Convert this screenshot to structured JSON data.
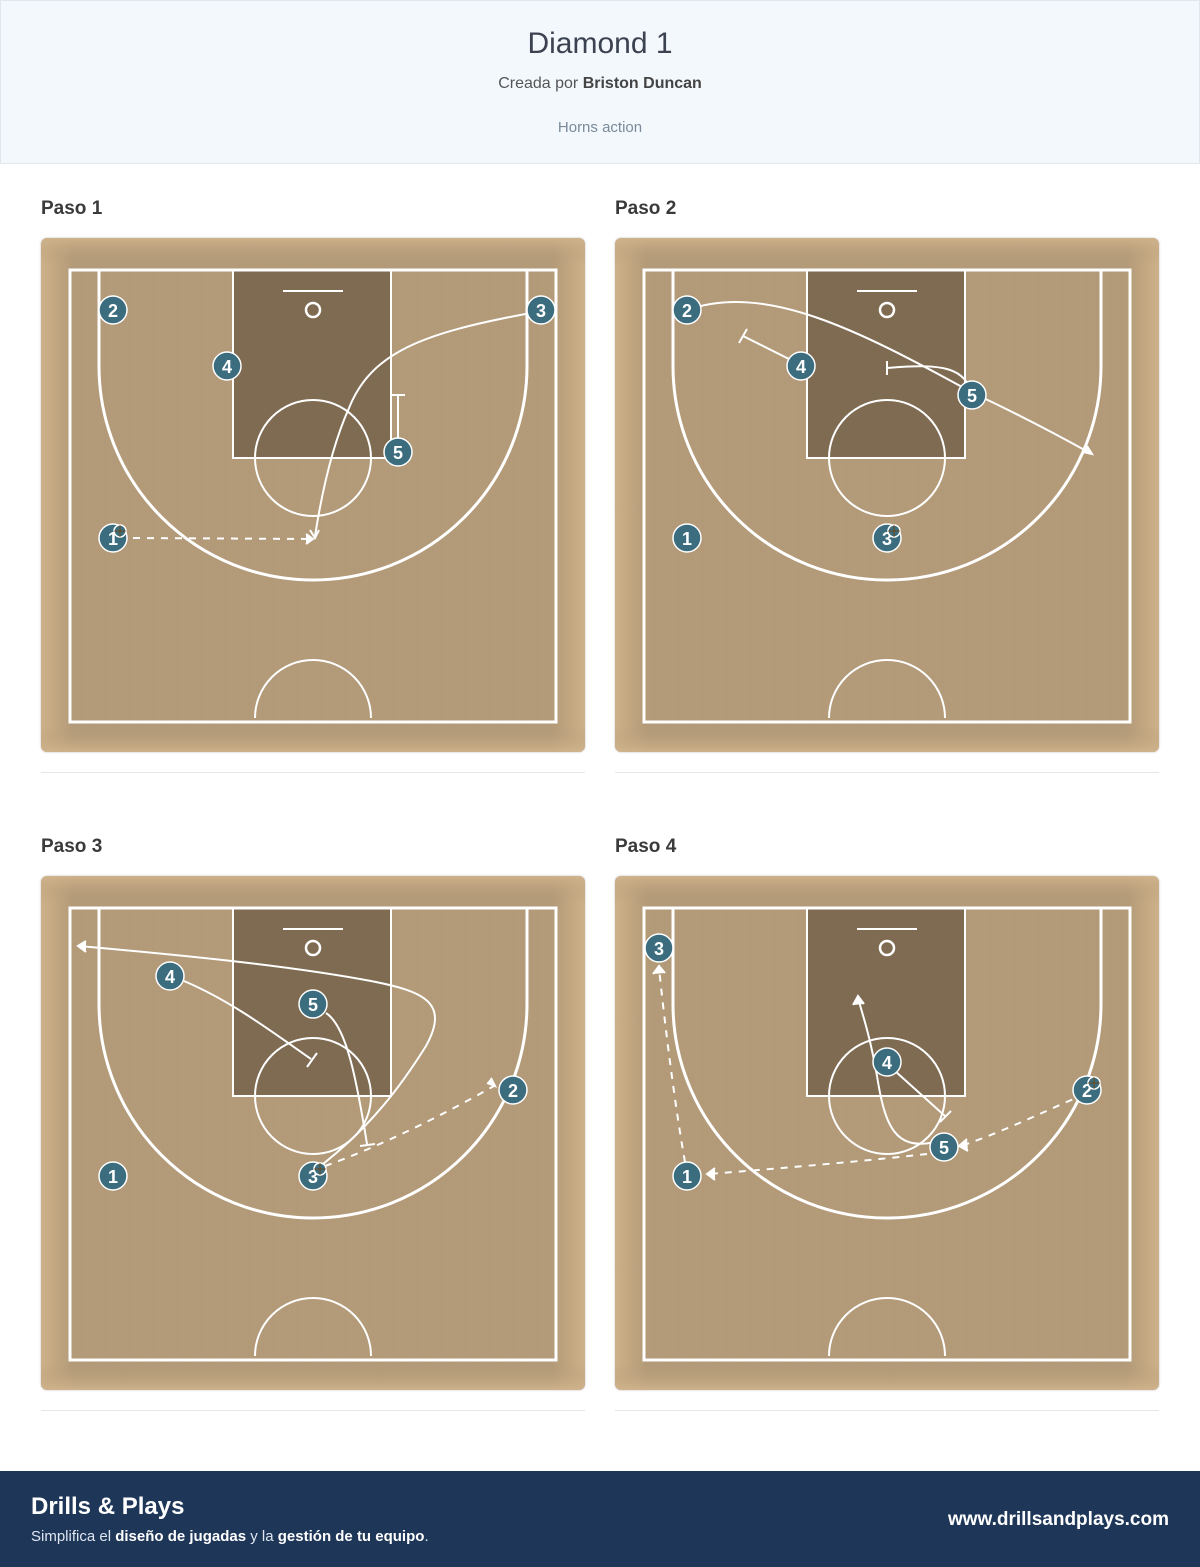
{
  "header": {
    "title": "Diamond 1",
    "author_prefix": "Creada por",
    "author_name": "Briston Duncan",
    "description": "Horns action"
  },
  "steps": [
    {
      "label": "Paso 1",
      "players": [
        {
          "number": "2",
          "ball": false
        },
        {
          "number": "4",
          "ball": false
        },
        {
          "number": "3",
          "ball": false
        },
        {
          "number": "5",
          "ball": false
        },
        {
          "number": "1",
          "ball": true
        }
      ]
    },
    {
      "label": "Paso 2",
      "players": [
        {
          "number": "2",
          "ball": false
        },
        {
          "number": "4",
          "ball": false
        },
        {
          "number": "5",
          "ball": false
        },
        {
          "number": "1",
          "ball": false
        },
        {
          "number": "3",
          "ball": true
        }
      ]
    },
    {
      "label": "Paso 3",
      "players": [
        {
          "number": "4",
          "ball": false
        },
        {
          "number": "5",
          "ball": false
        },
        {
          "number": "2",
          "ball": false
        },
        {
          "number": "1",
          "ball": false
        },
        {
          "number": "3",
          "ball": true
        }
      ]
    },
    {
      "label": "Paso 4",
      "players": [
        {
          "number": "3",
          "ball": false
        },
        {
          "number": "4",
          "ball": false
        },
        {
          "number": "2",
          "ball": true
        },
        {
          "number": "5",
          "ball": false
        },
        {
          "number": "1",
          "ball": false
        }
      ]
    }
  ],
  "footer": {
    "brand": "Drills & Plays",
    "tagline_1": "Simplifica el",
    "tagline_2": "diseño de jugadas",
    "tagline_3": "y la",
    "tagline_4": "gestión de tu equipo",
    "tagline_5": ".",
    "url": "www.drillsandplays.com"
  },
  "colors": {
    "wood": "#b39a78",
    "paint": "#7f6b52",
    "player": "#3b6d7e",
    "footer": "#1e3658"
  }
}
